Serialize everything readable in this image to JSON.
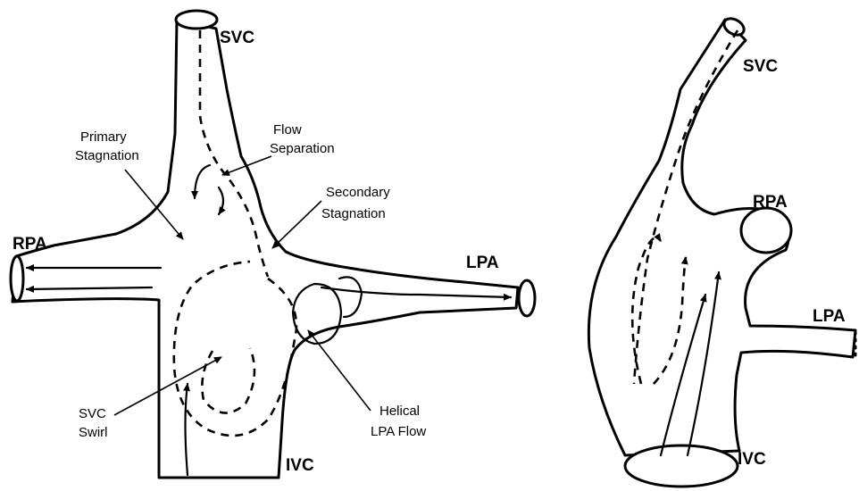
{
  "left_view": {
    "vessels": {
      "svc": "SVC",
      "rpa": "RPA",
      "lpa": "LPA",
      "ivc": "IVC"
    },
    "annotations": {
      "primary_stagnation": [
        "Primary",
        "Stagnation"
      ],
      "flow_separation": [
        "Flow",
        "Separation"
      ],
      "secondary_stagnation": [
        "Secondary",
        "Stagnation"
      ],
      "svc_swirl": [
        "SVC",
        "Swirl"
      ],
      "helical_lpa_flow": [
        "Helical",
        "LPA Flow"
      ]
    }
  },
  "right_view": {
    "vessels": {
      "svc": "SVC",
      "rpa": "RPA",
      "lpa": "LPA",
      "ivc": "IVC"
    }
  }
}
